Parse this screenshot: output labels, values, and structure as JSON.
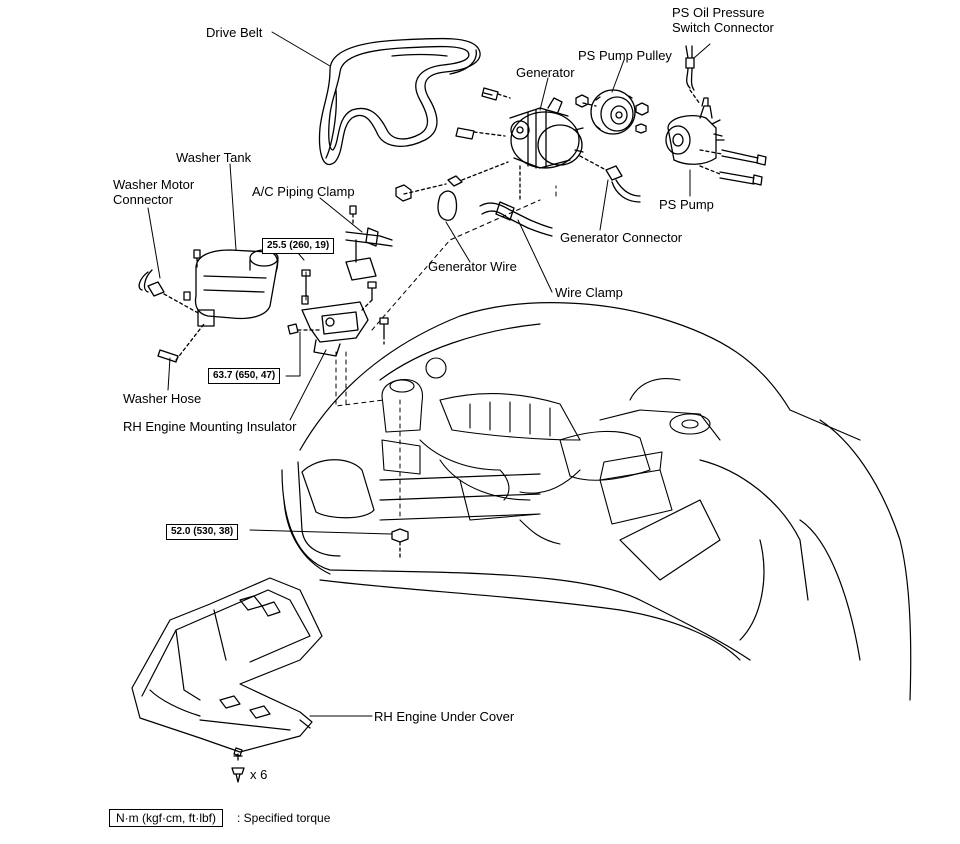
{
  "labels": {
    "drive_belt": "Drive Belt",
    "ps_oil_pressure_switch_connector": "PS Oil Pressure Switch Connector",
    "ps_pump_pulley": "PS Pump Pulley",
    "generator": "Generator",
    "washer_tank": "Washer Tank",
    "washer_motor_connector": "Washer Motor Connector",
    "ac_piping_clamp": "A/C Piping Clamp",
    "ps_pump": "PS Pump",
    "generator_connector": "Generator Connector",
    "generator_wire": "Generator Wire",
    "wire_clamp": "Wire Clamp",
    "washer_hose": "Washer Hose",
    "rh_engine_mounting_insulator": "RH Engine Mounting Insulator",
    "rh_engine_under_cover": "RH Engine Under Cover"
  },
  "torques": {
    "t1": "25.5 (260, 19)",
    "t2": "63.7 (650, 47)",
    "t3": "52.0 (530, 38)"
  },
  "clip_count": "x 6",
  "legend": {
    "box": "N·m (kgf·cm, ft·lbf)",
    "text": ": Specified torque"
  }
}
